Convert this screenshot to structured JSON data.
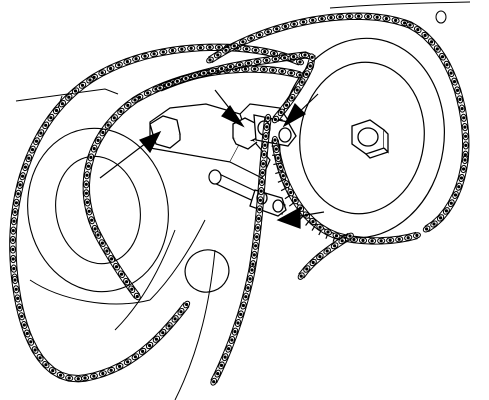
{
  "diagram": {
    "colors": {
      "line": "#000000",
      "background": "#ffffff",
      "arrow": "#000000"
    },
    "parts": [
      "chain-loop-outer",
      "chain-loop-inner",
      "chain-lower-right-run",
      "large-sprocket",
      "center-hex-nut",
      "small-sprocket",
      "tensioner-arm",
      "tensioner-pivot-bolt",
      "chain-master-link-pin",
      "guide-slot"
    ],
    "arrows": [
      "arrow-to-pivot-bolt",
      "arrow-to-master-link",
      "arrow-to-lower-link-pin",
      "arrow-to-chain-link-upper"
    ]
  }
}
